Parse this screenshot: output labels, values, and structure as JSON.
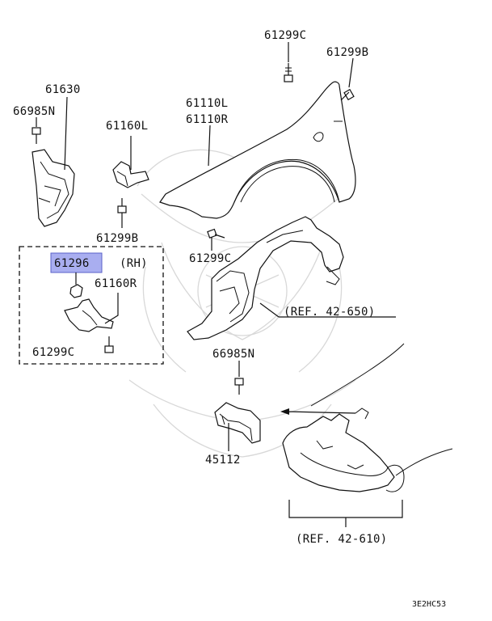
{
  "diagram": {
    "labels": {
      "p61299c_top": "61299C",
      "p61299b_top": "61299B",
      "p61630": "61630",
      "p66985n_left": "66985N",
      "p61160l": "61160L",
      "p61110l": "61110L",
      "p61110r": "61110R",
      "p61299b_mid": "61299B",
      "p61299c_mid": "61299C",
      "p61296": "61296",
      "rh": "(RH)",
      "p61160r": "61160R",
      "p61299c_box": "61299C",
      "ref_42_650": "(REF. 42-650)",
      "p66985n_mid": "66985N",
      "p45112": "45112",
      "ref_42_610": "(REF. 42-610)"
    },
    "highlight_color": "#a9aef0",
    "footer_code": "3E2HC53"
  }
}
